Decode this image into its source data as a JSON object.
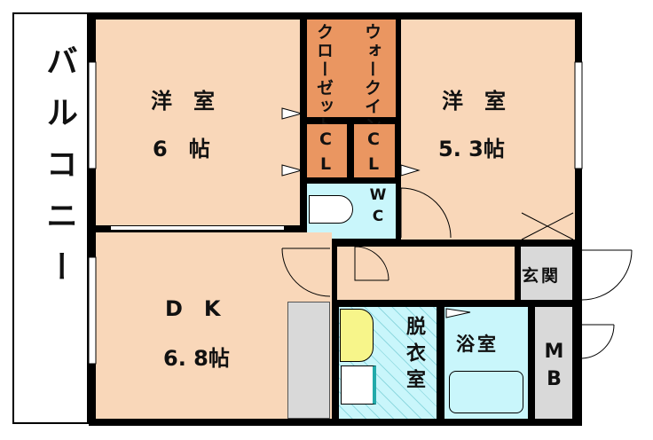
{
  "balcony": {
    "label": "バルコニー"
  },
  "western_room_1": {
    "name": "洋　室",
    "size": "6　帖"
  },
  "western_room_2": {
    "name": "洋　室",
    "size": "5. 3帖"
  },
  "closet": {
    "label": "クローゼット"
  },
  "walk_in": {
    "label": "ウォークイン"
  },
  "cl_1": {
    "label": "CL"
  },
  "cl_2": {
    "label": "CL"
  },
  "wc": {
    "label": "WC"
  },
  "dk": {
    "name": "D　K",
    "size": "6. 8帖"
  },
  "entrance": {
    "label": "玄関"
  },
  "dressing_room": {
    "label": "脱衣室"
  },
  "bathroom": {
    "label": "浴室"
  },
  "mb": {
    "label": "MB"
  },
  "colors": {
    "room": "#f9d7b9",
    "closet": "#ea9661",
    "wet": "#c9f6fb",
    "utility": "#d9d9d9"
  }
}
